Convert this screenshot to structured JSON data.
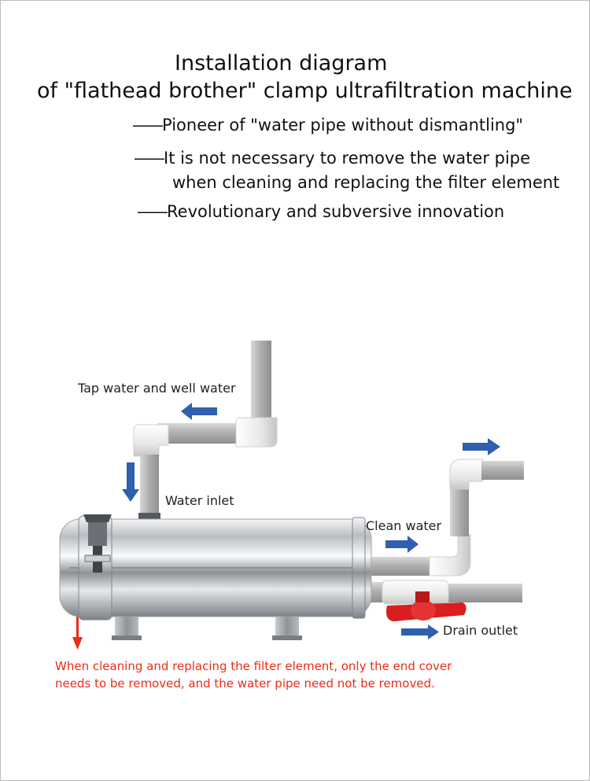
{
  "header": {
    "title_line1": "Installation diagram",
    "title_line2": "of \"flathead brother\" clamp ultrafiltration machine"
  },
  "taglines": {
    "dash": "——",
    "line1": "Pioneer of \"water pipe without dismantling\"",
    "line2a": "It is not necessary to remove the water pipe",
    "line2b": "when cleaning and replacing the filter element",
    "line3": "Revolutionary and subversive innovation"
  },
  "labels": {
    "tap_water": "Tap water and well water",
    "water_inlet": "Water inlet",
    "clean_water": "Clean water",
    "drain_outlet": "Drain outlet"
  },
  "note": {
    "line1": "When cleaning and replacing the filter element, only the end cover",
    "line2": "needs to be removed, and the water pipe need not be removed."
  },
  "colors": {
    "flow_arrow": "#2f5fae",
    "note_text": "#ee2b1a",
    "valve_handle": "#d81e1e",
    "steel": "#c8ccd1",
    "pipe_grey": "#b4b4b4",
    "fitting_white": "#ebebeb"
  }
}
